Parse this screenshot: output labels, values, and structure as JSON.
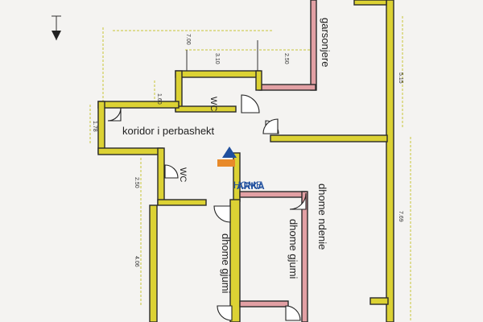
{
  "rooms": {
    "garsonjere": "garsonjere",
    "wc_top": "WC",
    "koridor": "koridor i perbashekt",
    "wc_bottom": "WC",
    "dhome_ndenie": "dhome ndenie",
    "dhome_gjumi_left": "dhome gjumi",
    "dhome_gjumi_right": "dhome gjumi"
  },
  "dimensions": {
    "d700": "7.00",
    "d310": "3.10",
    "d250_top": "2.50",
    "d160": "1.60",
    "d178": "1.78",
    "d250_left": "2.50",
    "d406": "4.06",
    "d515": "5.15",
    "d769": "7.69"
  },
  "watermark": {
    "brand_a": "ARKA",
    "brand_b": "HOME",
    "color": "#1f4f9e",
    "accent": "#e88a2a"
  },
  "colors": {
    "wall": "#dcd234",
    "wall_pink": "#e2a0a4"
  }
}
